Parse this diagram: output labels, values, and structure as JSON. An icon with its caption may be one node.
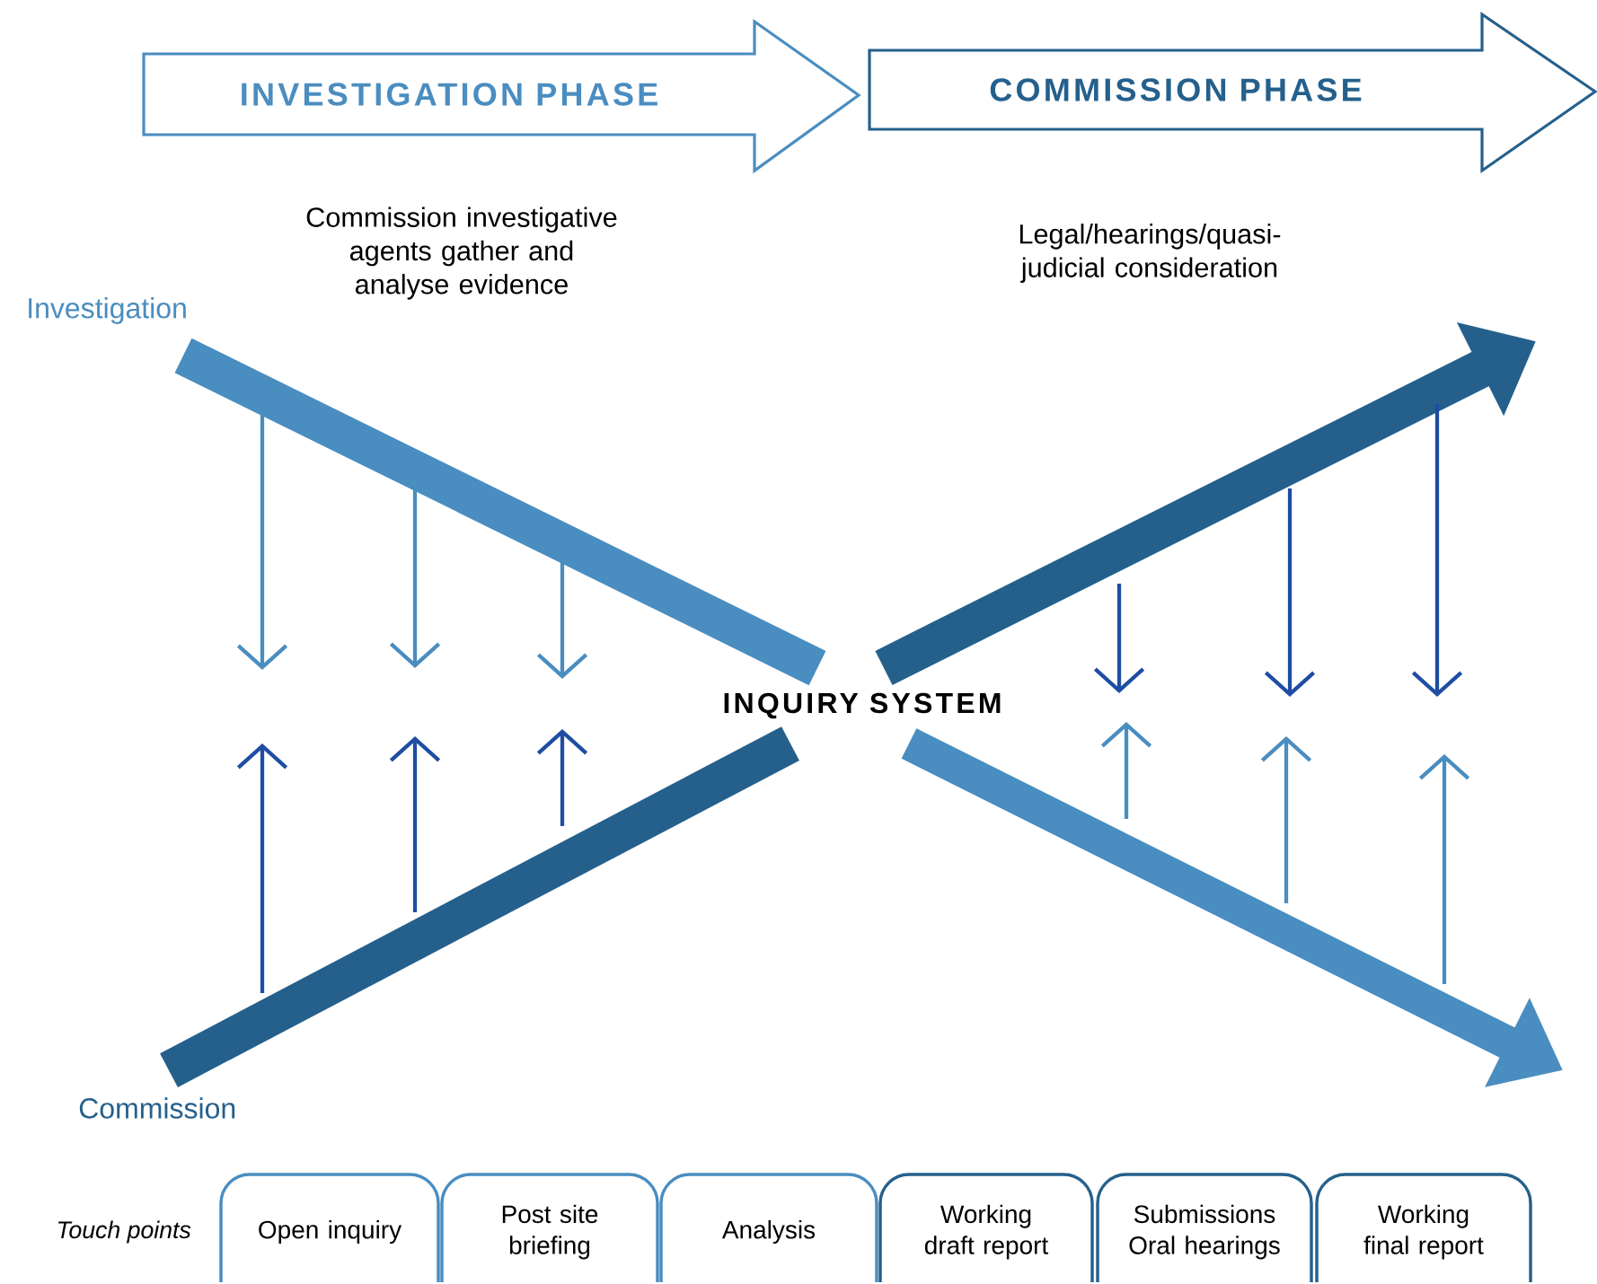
{
  "diagram": {
    "nodes": [
      {
        "text": [
          "INVESTIGATION PHASE"
        ]
      },
      {
        "text": [
          "COMMISSION PHASE"
        ]
      },
      {
        "text": [
          "Open inquiry"
        ]
      },
      {
        "text": [
          "Post site briefing"
        ]
      },
      {
        "text": [
          "Analysis"
        ]
      },
      {
        "text": [
          "Working draft report"
        ]
      },
      {
        "text": [
          "Submissions Oral hearings"
        ]
      },
      {
        "text": [
          "Working final report"
        ]
      }
    ],
    "labels": [
      "Commission investigative agents gather and analyse evidence",
      "Legal/hearings/quasi-judicial consideration",
      "Investigation",
      "INQUIRY SYSTEM",
      "Commission",
      "Touch points"
    ]
  }
}
